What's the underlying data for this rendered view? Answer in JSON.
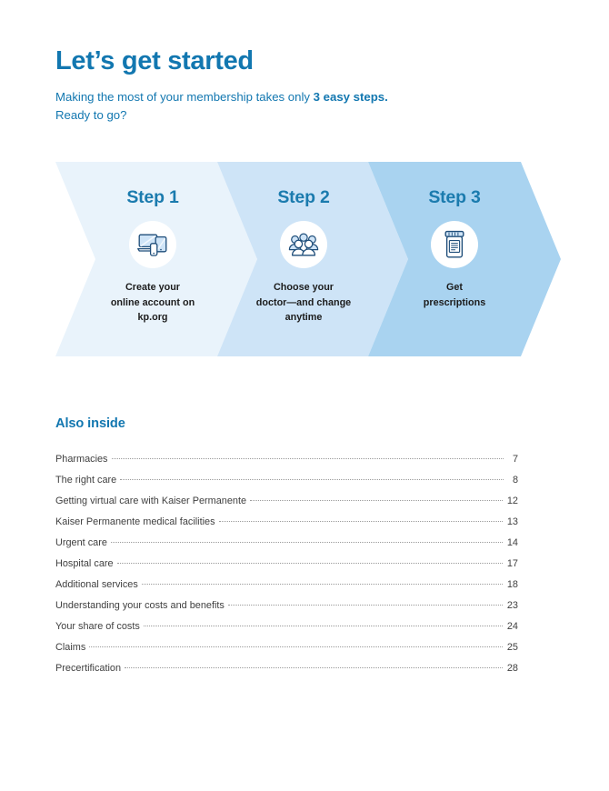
{
  "header": {
    "title": "Let’s get started",
    "subtitle_pre": "Making the most of your membership takes only ",
    "subtitle_bold": "3 easy steps.",
    "subtitle_line2": "Ready to go?",
    "title_color": "#1277b0"
  },
  "steps_banner": {
    "steps": [
      {
        "label": "Step 1",
        "icon": "devices-icon",
        "caption_line1": "Create your",
        "caption_line2": "online account on",
        "caption_line3": "kp.org",
        "fill_color": "#e9f3fb"
      },
      {
        "label": "Step 2",
        "icon": "care-team-people-icon",
        "caption_line1": "Choose your",
        "caption_line2": "doctor—and change",
        "caption_line3": "anytime",
        "fill_color": "#cee4f7"
      },
      {
        "label": "Step 3",
        "icon": "prescription-bottle-icon",
        "caption_line1": "Get",
        "caption_line2": "prescriptions",
        "caption_line3": "",
        "fill_color": "#a9d3f0"
      }
    ],
    "step_label_color": "#1b7bae"
  },
  "also_inside": {
    "title": "Also inside",
    "entries": [
      {
        "label": "Pharmacies",
        "page": "7"
      },
      {
        "label": "The right care",
        "page": "8"
      },
      {
        "label": "Getting virtual care with Kaiser Permanente",
        "page": "12"
      },
      {
        "label": "Kaiser Permanente medical facilities",
        "page": "13"
      },
      {
        "label": "Urgent care",
        "page": "14"
      },
      {
        "label": "Hospital care",
        "page": "17"
      },
      {
        "label": "Additional services",
        "page": "18"
      },
      {
        "label": "Understanding your costs and benefits",
        "page": "23"
      },
      {
        "label": "Your share of costs",
        "page": "24"
      },
      {
        "label": "Claims",
        "page": "25"
      },
      {
        "label": "Precertification",
        "page": "28"
      }
    ]
  }
}
